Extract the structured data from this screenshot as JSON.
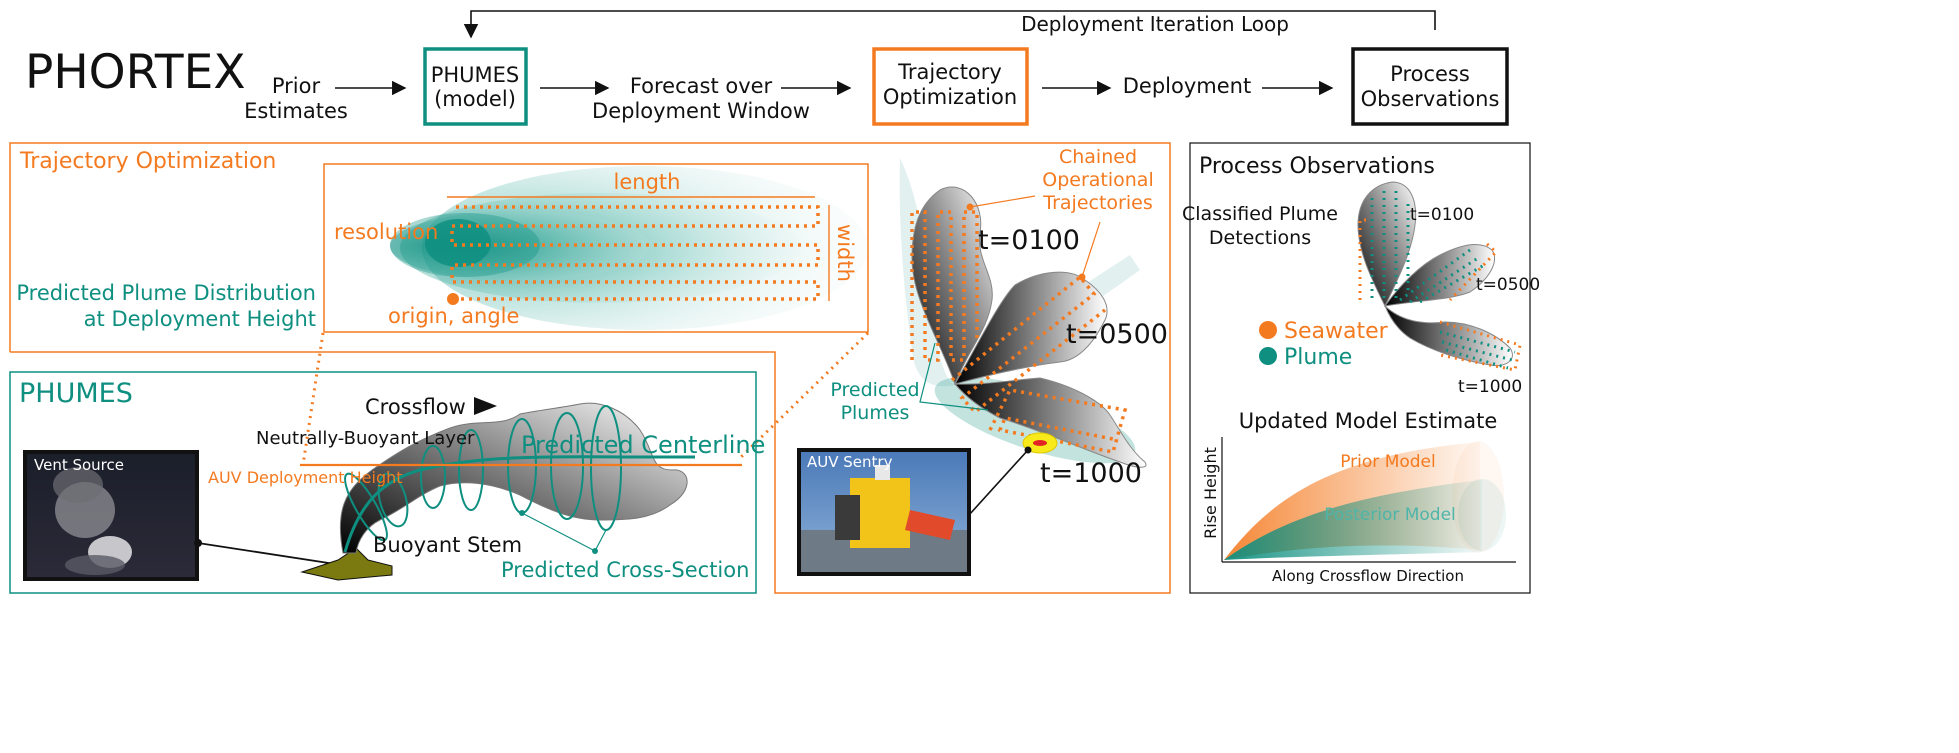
{
  "title": "PHORTEX",
  "pipeline": {
    "prior": [
      "Prior",
      "Estimates"
    ],
    "phumes": [
      "PHUMES",
      "(model)"
    ],
    "forecast": [
      "Forecast over",
      "Deployment Window"
    ],
    "trajopt": [
      "Trajectory",
      "Optimization"
    ],
    "deployment": "Deployment",
    "process": [
      "Process",
      "Observations"
    ],
    "loop": "Deployment Iteration Loop"
  },
  "trajectory_panel": {
    "title": "Trajectory Optimization",
    "length": "length",
    "width": "width",
    "resolution": "resolution",
    "origin": "origin, angle",
    "distribution": [
      "Predicted Plume Distribution",
      "at Deployment Height"
    ]
  },
  "phumes_panel": {
    "title": "PHUMES",
    "vent_source": "Vent Source",
    "crossflow": "Crossflow",
    "neutral_layer": "Neutrally-Buoyant Layer",
    "centerline": "Predicted Centerline",
    "deployment_height": "AUV Deployment Height",
    "buoyant_stem": "Buoyant Stem",
    "cross_section": "Predicted Cross-Section"
  },
  "deployment_panel": {
    "chained": [
      "Chained",
      "Operational",
      "Trajectories"
    ],
    "t1": "t=0100",
    "t2": "t=0500",
    "t3": "t=1000",
    "predicted_plumes": [
      "Predicted",
      "Plumes"
    ],
    "auv": "AUV Sentry"
  },
  "observations_panel": {
    "title": "Process Observations",
    "classified": [
      "Classified Plume",
      "Detections"
    ],
    "t1": "t=0100",
    "t2": "t=0500",
    "t3": "t=1000",
    "seawater": "Seawater",
    "plume": "Plume",
    "updated": "Updated Model Estimate",
    "prior_model": "Prior Model",
    "posterior_model": "Posterior Model",
    "ylabel": "Rise Height",
    "xlabel": "Along Crossflow Direction"
  },
  "colors": {
    "orange": "#F47A20",
    "teal": "#0E8F80",
    "black": "#111111"
  }
}
